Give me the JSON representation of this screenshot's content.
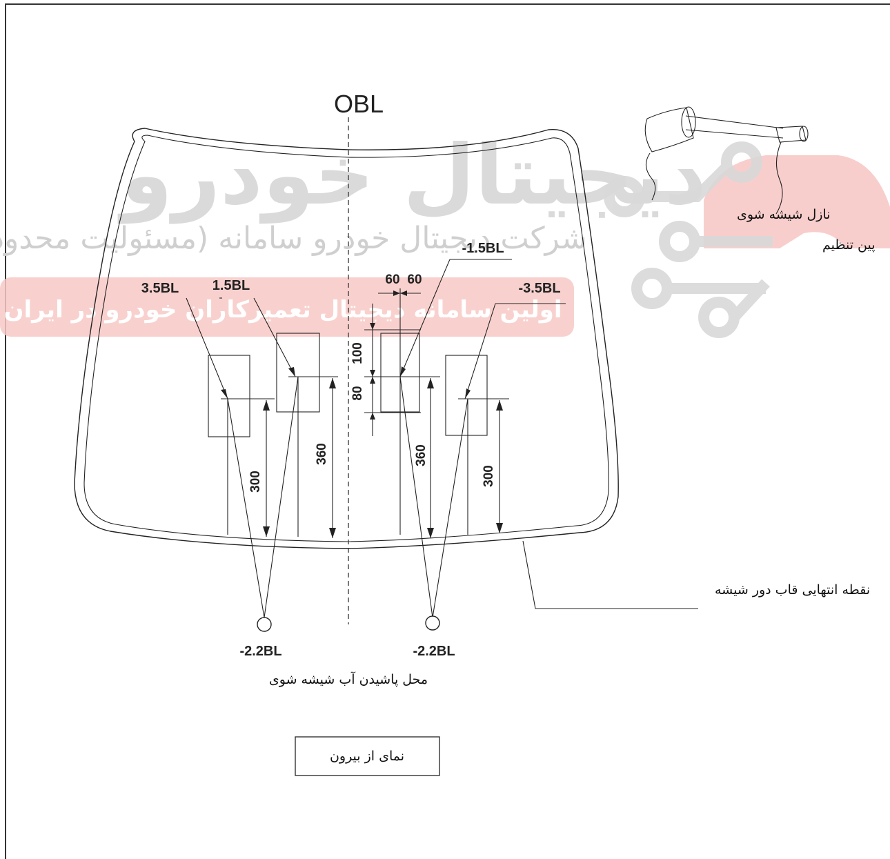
{
  "labels": {
    "obl": "OBL",
    "left_box_label": "3.5BL",
    "left_inner_box_label": "1.5BL",
    "right_inner_box_label": "-1.5BL",
    "right_box_label": "-3.5BL",
    "offset_left": "60",
    "offset_right": "60",
    "dim_100": "100",
    "dim_80": "80",
    "dim_300_left": "300",
    "dim_360_left": "360",
    "dim_360_right": "360",
    "dim_300_right": "300",
    "nozzle_left": "-2.2BL",
    "nozzle_right": "-2.2BL",
    "spray_location": "محل پاشیدن آب شیشه شوی",
    "washer_nozzle": "نازل شیشه شوی",
    "adjust_pin": "پین تنظیم",
    "frame_end_point": "نقطه انتهایی قاب دور شیشه",
    "view_caption": "نمای از بیرون"
  },
  "watermark": {
    "brand": "دیجیتال خودرو",
    "company": "شرکت دیجیتال خودرو سامانه (مسئولیت محدود)",
    "slogan": "اولین سامانه دیجیتال تعمیرکاران خودرو در ایران",
    "colors": {
      "red": "#e53935",
      "gray": "#d6d6d6"
    }
  }
}
